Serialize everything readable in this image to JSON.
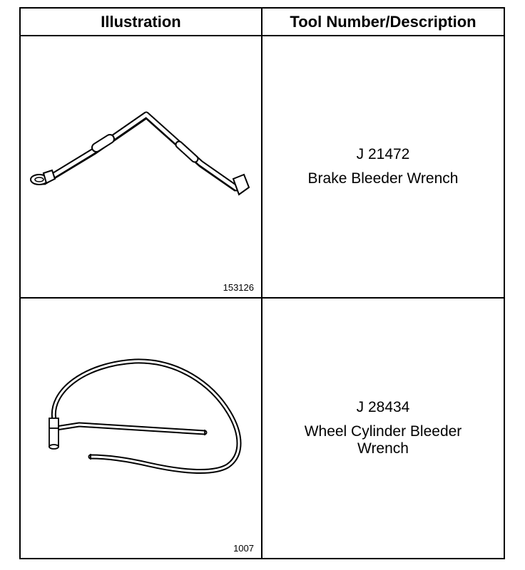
{
  "table": {
    "headers": {
      "illustration": "Illustration",
      "description": "Tool Number/Description"
    },
    "rows": [
      {
        "illustration_icon": "brake-bleeder-wrench-icon",
        "figure_id": "153126",
        "tool_number": "J 21472",
        "tool_name": "Brake Bleeder Wrench"
      },
      {
        "illustration_icon": "wheel-cylinder-bleeder-wrench-icon",
        "figure_id": "1007",
        "tool_number": "J 28434",
        "tool_name": "Wheel Cylinder Bleeder\nWrench"
      }
    ]
  }
}
